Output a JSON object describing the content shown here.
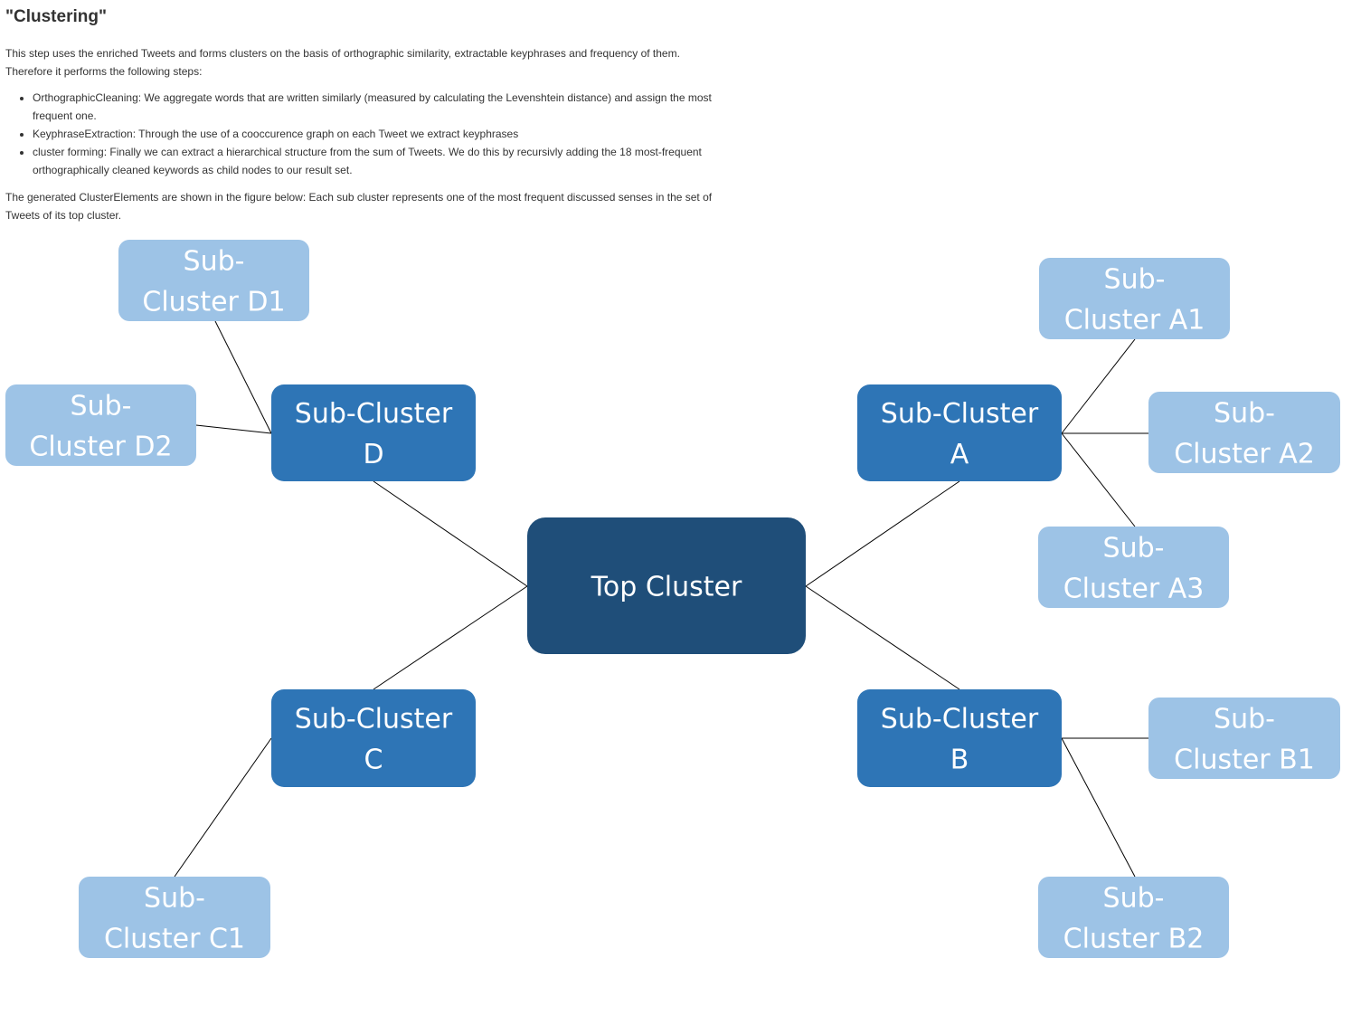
{
  "document": {
    "title": "\"Clustering\"",
    "intro": "This step uses the enriched Tweets and forms clusters on the basis of orthographic similarity, extractable keyphrases and frequency of them. Therefore it performs the following steps:",
    "steps": [
      "OrthographicCleaning: We aggregate words that are written similarly (measured by calculating the Levenshtein distance) and assign the most frequent one.",
      "KeyphraseExtraction: Through the use of a cooccurence graph on each Tweet we extract keyphrases",
      "cluster forming: Finally we can extract a hierarchical structure from the sum of Tweets. We do this by recursivly adding the 18 most-frequent orthographically cleaned keywords as child nodes to our result set."
    ],
    "outro": "The generated ClusterElements are shown in the figure below: Each sub cluster represents one of the most frequent discussed senses in the set of Tweets of its top cluster."
  },
  "diagram": {
    "colors": {
      "top": "#1f4e79",
      "level1": "#2e75b6",
      "level2": "#9dc3e6",
      "edge": "#000000",
      "text": "#ffffff"
    },
    "top": {
      "label": "Top Cluster"
    },
    "branches": [
      {
        "id": "D",
        "label": "Sub-Cluster D",
        "children": [
          "Sub-Cluster D1",
          "Sub-Cluster D2"
        ]
      },
      {
        "id": "A",
        "label": "Sub-Cluster A",
        "children": [
          "Sub-Cluster A1",
          "Sub-Cluster A2",
          "Sub-Cluster A3"
        ]
      },
      {
        "id": "C",
        "label": "Sub-Cluster C",
        "children": [
          "Sub-Cluster C1"
        ]
      },
      {
        "id": "B",
        "label": "Sub-Cluster B",
        "children": [
          "Sub-Cluster B1",
          "Sub-Cluster B2"
        ]
      }
    ]
  }
}
